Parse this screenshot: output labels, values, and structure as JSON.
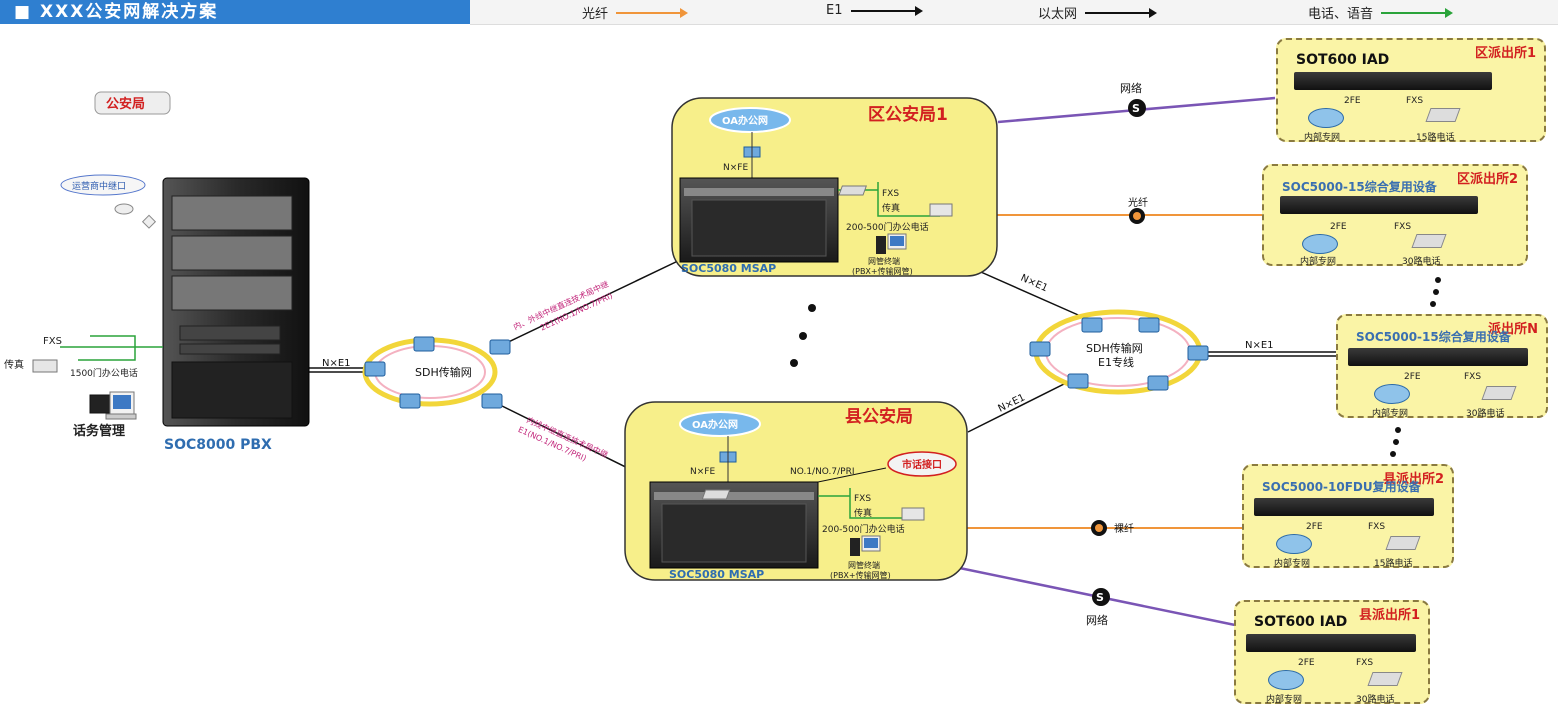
{
  "header": {
    "title": "■ XXX公安网解决方案",
    "legend": [
      {
        "label": "光纤",
        "color": "#f0953a"
      },
      {
        "label": "E1",
        "color": "#111111"
      },
      {
        "label": "以太网",
        "color": "#111111"
      },
      {
        "label": "电话、语音",
        "color": "#2aa33a"
      }
    ]
  },
  "hq": {
    "badge": "公安局",
    "carrier_cloud": "运营商中继口",
    "pbx_name": "SOC8000 PBX",
    "console": "话务管理",
    "fxs": "FXS",
    "fax": "传真",
    "phones": "1500门办公电话",
    "link": "N×E1"
  },
  "sdh_left": {
    "label": "SDH传输网"
  },
  "link_upper": {
    "main": "内、外线中继直连技术局中继",
    "sub": "2E1(NO.1/NO.7/PRI)"
  },
  "link_lower": {
    "main": "内线中继直连技术局中继",
    "sub": "E1(NO.1/NO.7/PRI)"
  },
  "district": {
    "name": "区公安局1",
    "oa": "OA办公网",
    "nfe": "N×FE",
    "device": "SOC5080 MSAP",
    "fxs": "FXS",
    "fax": "传真",
    "phones": "200-500门办公电话",
    "nms": "网管终端",
    "nms_sub": "(PBX+传输网管)"
  },
  "county": {
    "name": "县公安局",
    "oa": "OA办公网",
    "nfe": "N×FE",
    "device": "SOC5080 MSAP",
    "fxs": "FXS",
    "fax": "传真",
    "phones": "200-500门办公电话",
    "nms": "网管终端",
    "nms_sub": "(PBX+传输网管)",
    "pstn_label": "NO.1/NO.7/PRI",
    "pstn_cloud": "市话接口"
  },
  "sdh_right": {
    "label": "SDH传输网",
    "sub": "E1专线"
  },
  "links": {
    "district_sdh": "N×E1",
    "county_sdh": "N×E1",
    "sdh_station": "N×E1",
    "net1": "网络",
    "fiber1": "光纤",
    "fiber2": "裸纤",
    "net2": "网络"
  },
  "stations": [
    {
      "name": "区派出所1",
      "device": "SOT600 IAD",
      "fe": "2FE",
      "fxs": "FXS",
      "lan": "内部专网",
      "phones": "15路电话"
    },
    {
      "name": "区派出所2",
      "device": "SOC5000-15综合复用设备",
      "fe": "2FE",
      "fxs": "FXS",
      "lan": "内部专网",
      "phones": "30路电话"
    },
    {
      "name": "派出所N",
      "device": "SOC5000-15综合复用设备",
      "fe": "2FE",
      "fxs": "FXS",
      "lan": "内部专网",
      "phones": "30路电话"
    },
    {
      "name": "县派出所2",
      "device": "SOC5000-10FDU复用设备",
      "fe": "2FE",
      "fxs": "FXS",
      "lan": "内部专网",
      "phones": "15路电话"
    },
    {
      "name": "县派出所1",
      "device": "SOT600 IAD",
      "fe": "2FE",
      "fxs": "FXS",
      "lan": "内部专网",
      "phones": "30路电话"
    }
  ],
  "colors": {
    "fiber": "#f0953a",
    "ethernet": "#7a55b5",
    "phone": "#2aa33a",
    "e1": "#111111",
    "district_bg": "#f7ef8a",
    "title_bg": "#2f7fd0"
  }
}
